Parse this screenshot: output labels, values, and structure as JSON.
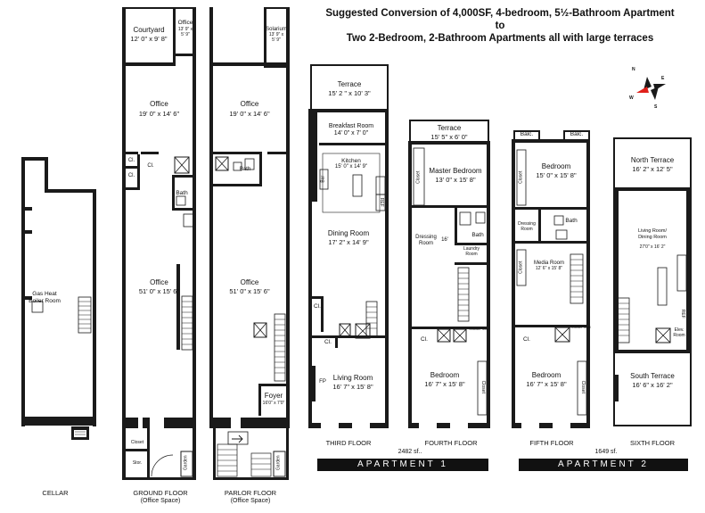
{
  "title": {
    "line1": "Suggested Conversion of 4,000SF, 4-bedroom, 5½-Bathroom Apartment",
    "line2": "to",
    "line3": "Two 2-Bedroom, 2-Bathroom Apartments all with large terraces"
  },
  "floors": {
    "cellar": {
      "label": "CELLAR",
      "boiler_name": "Gas Heat",
      "boiler_name2": "Boiler Room"
    },
    "ground": {
      "label": "GROUND FLOOR",
      "sublabel": "(Office Space)",
      "courtyard_name": "Courtyard",
      "courtyard_dim": "12' 0\" x 9' 8\"",
      "office_small_name": "Office",
      "office_small_dim1": "13' 9\" x",
      "office_small_dim2": "5' 9\"",
      "office_top_name": "Office",
      "office_top_dim": "19' 0\" x 14' 6\"",
      "office_main_name": "Office",
      "office_main_dim": "51' 0\" x 15' 6\"",
      "cl1": "Cl.",
      "cl2": "Cl.",
      "cl3": "Cl.",
      "bath": "Bath",
      "closet": "Closet",
      "stor": "Stor.",
      "garden": "Garden"
    },
    "parlor": {
      "label": "PARLOR FLOOR",
      "sublabel": "(Office Space)",
      "solarium_name": "Solarium",
      "solarium_dim1": "13' 9\" x",
      "solarium_dim2": "5' 9\"",
      "office_top_name": "Office",
      "office_top_dim": "19' 0\" x 14' 6\"",
      "office_main_name": "Office",
      "office_main_dim": "51' 0\" x 15' 6\"",
      "bath": "Bath",
      "foyer_name": "Foyer",
      "foyer_dim": "16'0\" x 7'0\"",
      "garden": "Garden"
    },
    "third": {
      "label": "THIRD FLOOR",
      "terrace_name": "Terrace",
      "terrace_dim": "15' 2 \" x 10' 3\"",
      "breakfast_name": "Breakfast Room",
      "breakfast_dim": "14' 0\" x 7' 0\"",
      "kitchen_name": "Kitchen",
      "kitchen_dim": "15' 0\" x 14' 9\"",
      "dining_name": "Dining Room",
      "dining_dim": "17' 2\" x 14' 9\"",
      "living_name": "Living Room",
      "living_dim": "16' 7\" x 15' 8\"",
      "fp": "FP",
      "cl1": "Cl.",
      "cl2": "Cl.",
      "ref": "REF",
      "bar": "Bar"
    },
    "fourth": {
      "label": "FOURTH FLOOR",
      "terrace_name": "Terrace",
      "terrace_dim": "15' 5\" x 6' 0\"",
      "master_name": "Master Bedroom",
      "master_dim": "13' 0\" x 15' 8\"",
      "closet1": "Closet",
      "dressing1": "Dressing",
      "dressing2": "Room",
      "dim16": "16'",
      "bath": "Bath",
      "laundry1": "Laundry",
      "laundry2": "Room",
      "cl": "Cl.",
      "shower": "Shower Stall",
      "bedroom_name": "Bedroom",
      "bedroom_dim": "16' 7\" x 15' 8\"",
      "closet2": "Closet"
    },
    "fifth": {
      "label": "FIFTH FLOOR",
      "balc1": "Balc.",
      "balc2": "Balc.",
      "bedroom_top_name": "Bedroom",
      "bedroom_top_dim": "15' 0\" x 15' 8\"",
      "closet1": "Closet",
      "dressing1": "Dressing",
      "dressing2": "Room",
      "bath": "Bath",
      "closet2": "Closet",
      "media_name": "Media Room",
      "media_dim": "12' 6\" x 15' 8\"",
      "cl": "Cl.",
      "shower": "Shower Stall",
      "bedroom_name": "Bedroom",
      "bedroom_dim": "16' 7\" x 15' 8\"",
      "closet3": "Closet"
    },
    "sixth": {
      "label": "SIXTH FLOOR",
      "north_name": "North Terrace",
      "north_dim": "16' 2\" x 12' 5\"",
      "living1": "Living Room/",
      "living2": "Dining Room",
      "living_dim": "27'0\" x 16' 2\"",
      "ref": "REF",
      "elev1": "Elev.",
      "elev2": "Room",
      "south_name": "South Terrace",
      "south_dim": "16' 6\" x 16' 2\""
    }
  },
  "apartments": {
    "apt1_sf": "2482 sf..",
    "apt1_label": "APARTMENT  1",
    "apt2_sf": "1649 sf.",
    "apt2_label": "APARTMENT  2"
  },
  "compass": {
    "n": "N",
    "s": "S",
    "e": "E",
    "w": "W"
  },
  "colors": {
    "wall": "#1a1a1a",
    "compass_accent": "#e0201a",
    "bar_fill": "#111111"
  }
}
